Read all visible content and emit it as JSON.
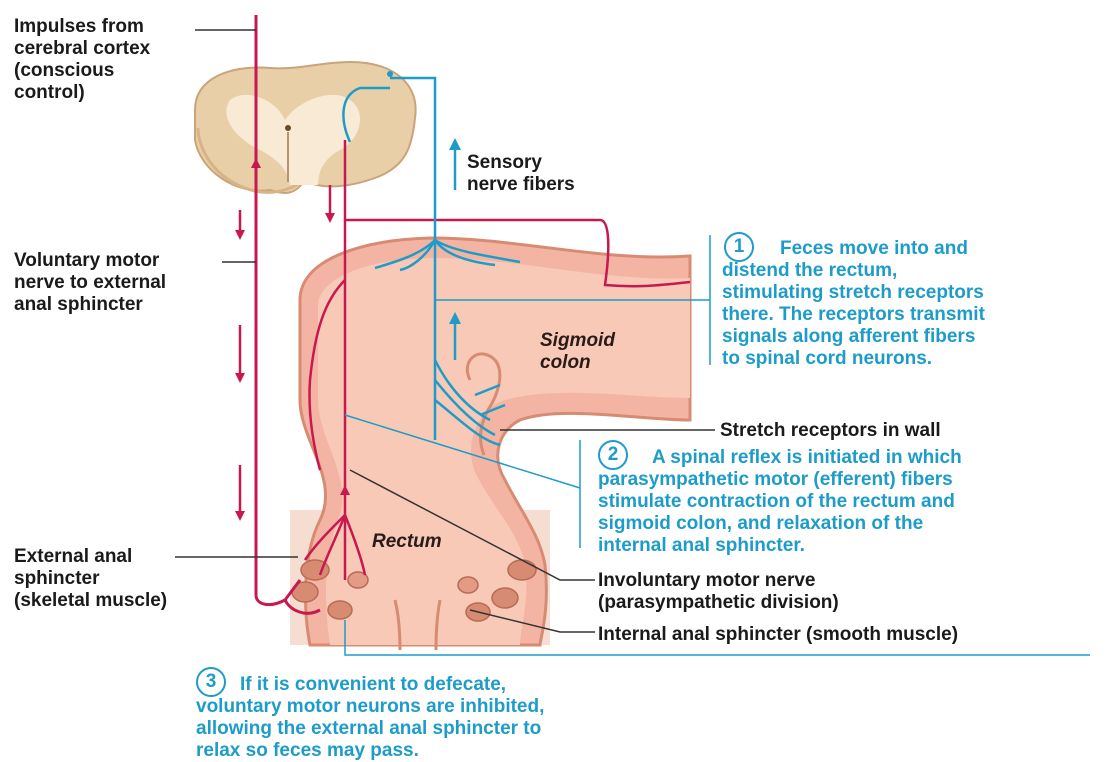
{
  "labels": {
    "cortex": [
      "Impulses from",
      "cerebral cortex",
      "(conscious",
      "control)"
    ],
    "voluntary_nerve": [
      "Voluntary motor",
      "nerve to external",
      "anal sphincter"
    ],
    "external_sphincter": [
      "External anal",
      "sphincter",
      "(skeletal muscle)"
    ],
    "sensory": [
      "Sensory",
      "nerve fibers"
    ],
    "stretch_receptors": "Stretch receptors in wall",
    "involuntary_nerve": [
      "Involuntary motor nerve",
      "(parasympathetic division)"
    ],
    "internal_sphincter": "Internal anal sphincter (smooth muscle)",
    "sigmoid": [
      "Sigmoid",
      "colon"
    ],
    "rectum": "Rectum"
  },
  "steps": [
    {
      "number": "1",
      "lines": [
        "Feces move into and",
        "distend the rectum,",
        "stimulating stretch receptors",
        "there. The receptors transmit",
        "signals along afferent fibers",
        "to spinal cord neurons."
      ]
    },
    {
      "number": "2",
      "lines": [
        "A spinal reflex is initiated in which",
        "parasympathetic motor (efferent) fibers",
        "stimulate contraction of the rectum and",
        "sigmoid colon, and relaxation of the",
        "internal anal sphincter."
      ]
    },
    {
      "number": "3",
      "lines": [
        "If it is convenient to defecate,",
        "voluntary motor neurons are inhibited,",
        "allowing the external anal sphincter to",
        "relax so feces may pass."
      ]
    }
  ],
  "colors": {
    "motor_red": "#c8194f",
    "sensory_blue": "#1e9cc9",
    "tissue": "#f4c2a6",
    "muscle": "#d88b73",
    "spinal_cord": "#f3e3c8"
  }
}
